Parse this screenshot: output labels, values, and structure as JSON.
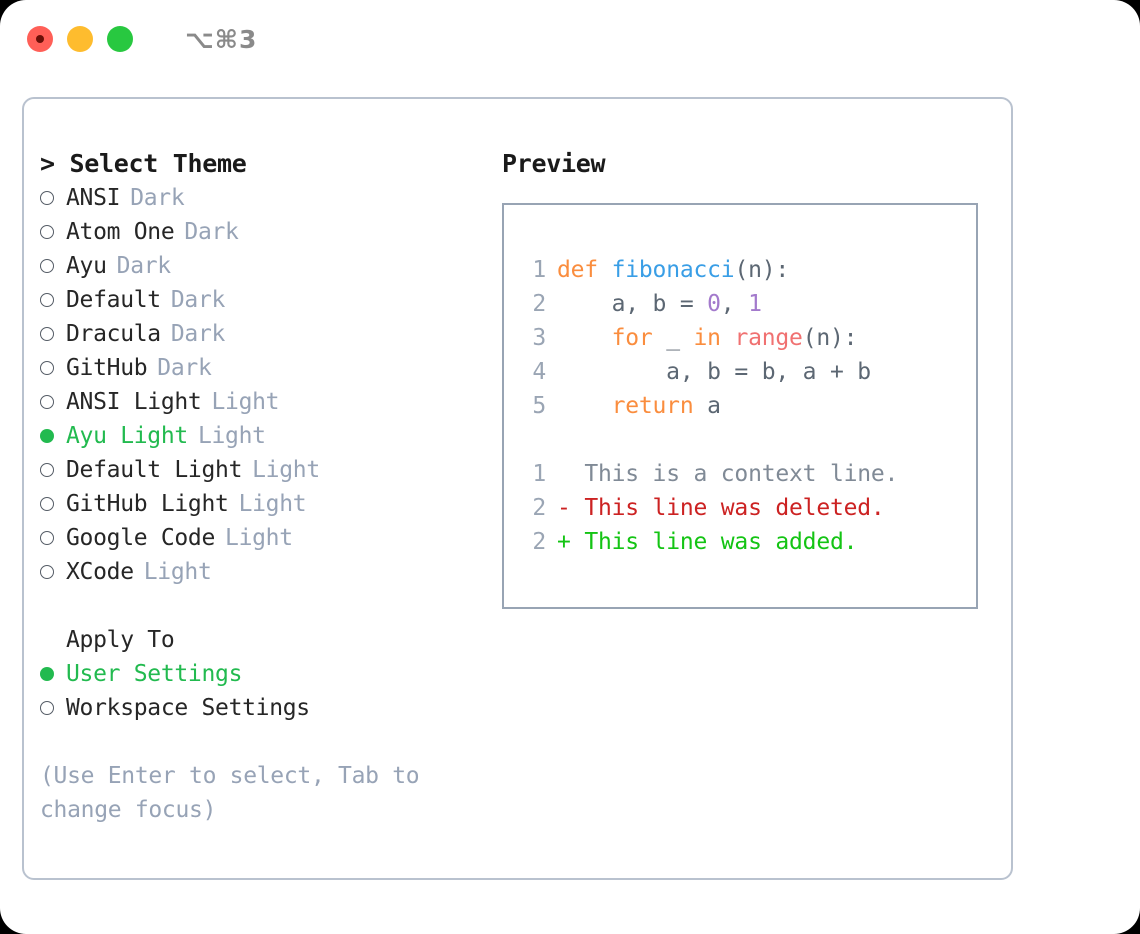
{
  "titlebar": {
    "shortcut": "⌥⌘3",
    "buttons": [
      "close",
      "minimize",
      "maximize"
    ]
  },
  "left": {
    "heading": "> Select Theme",
    "themes": [
      {
        "label": "ANSI",
        "suffix": "Dark",
        "selected": false
      },
      {
        "label": "Atom One",
        "suffix": "Dark",
        "selected": false
      },
      {
        "label": "Ayu",
        "suffix": "Dark",
        "selected": false
      },
      {
        "label": "Default",
        "suffix": "Dark",
        "selected": false
      },
      {
        "label": "Dracula",
        "suffix": "Dark",
        "selected": false
      },
      {
        "label": "GitHub",
        "suffix": "Dark",
        "selected": false
      },
      {
        "label": "ANSI Light",
        "suffix": "Light",
        "selected": false
      },
      {
        "label": "Ayu Light",
        "suffix": "Light",
        "selected": true
      },
      {
        "label": "Default Light",
        "suffix": "Light",
        "selected": false
      },
      {
        "label": "GitHub Light",
        "suffix": "Light",
        "selected": false
      },
      {
        "label": "Google Code",
        "suffix": "Light",
        "selected": false
      },
      {
        "label": "XCode",
        "suffix": "Light",
        "selected": false
      }
    ],
    "apply_to_heading": "Apply To",
    "apply_to": [
      {
        "label": "User Settings",
        "selected": true
      },
      {
        "label": "Workspace Settings",
        "selected": false
      }
    ],
    "hint": "(Use Enter to select, Tab to change focus)"
  },
  "right": {
    "heading": "Preview",
    "code": [
      {
        "num": "1",
        "tokens": [
          {
            "t": "def",
            "c": "kw"
          },
          {
            "t": " ",
            "c": "pn"
          },
          {
            "t": "fibonacci",
            "c": "fn"
          },
          {
            "t": "(n):",
            "c": "pn"
          }
        ]
      },
      {
        "num": "2",
        "tokens": [
          {
            "t": "    a, b = ",
            "c": "pn"
          },
          {
            "t": "0",
            "c": "num"
          },
          {
            "t": ", ",
            "c": "pn"
          },
          {
            "t": "1",
            "c": "num"
          }
        ]
      },
      {
        "num": "3",
        "tokens": [
          {
            "t": "    ",
            "c": "pn"
          },
          {
            "t": "for",
            "c": "kw"
          },
          {
            "t": " _ ",
            "c": "pn"
          },
          {
            "t": "in",
            "c": "kw"
          },
          {
            "t": " ",
            "c": "pn"
          },
          {
            "t": "range",
            "c": "bi"
          },
          {
            "t": "(n):",
            "c": "pn"
          }
        ]
      },
      {
        "num": "4",
        "tokens": [
          {
            "t": "        a, b = b, a + b",
            "c": "pn"
          }
        ]
      },
      {
        "num": "5",
        "tokens": [
          {
            "t": "    ",
            "c": "pn"
          },
          {
            "t": "return",
            "c": "kw"
          },
          {
            "t": " a",
            "c": "pn"
          }
        ]
      }
    ],
    "diff": [
      {
        "num": "1",
        "marker": " ",
        "text": "This is a context line.",
        "kind": "ctx"
      },
      {
        "num": "2",
        "marker": "-",
        "text": "This line was deleted.",
        "kind": "del"
      },
      {
        "num": "2",
        "marker": "+",
        "text": "This line was added.",
        "kind": "add"
      }
    ]
  },
  "colors": {
    "accent_green": "#22ba4f",
    "keyword_orange": "#fa8d3e",
    "function_blue": "#399ee6",
    "number_purple": "#a37acc",
    "builtin_red": "#f07171",
    "muted_gray": "#97a3b6",
    "diff_deleted": "#cc2222",
    "diff_added": "#14c414",
    "border": "#b9c2cf"
  }
}
